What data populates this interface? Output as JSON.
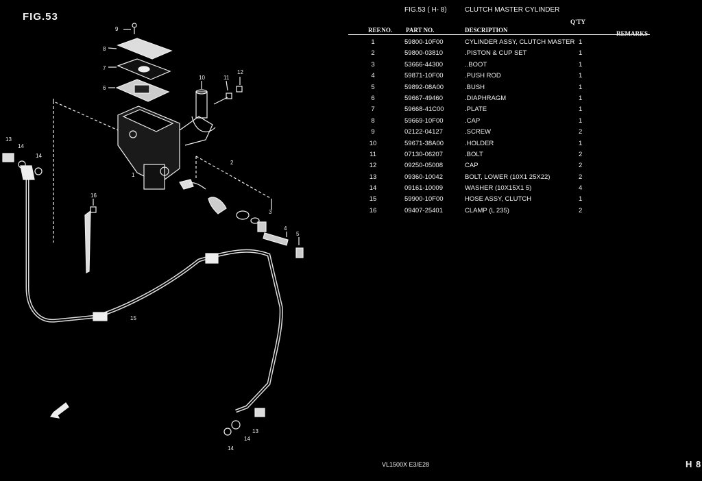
{
  "figure": {
    "label": "FIG.53",
    "header_ref": "FIG.53 ( H- 8)",
    "title": "CLUTCH MASTER CYLINDER",
    "qty_header": "Q'TY"
  },
  "table": {
    "columns": {
      "ref": "REF.NO.",
      "part": "PART NO.",
      "description": "DESCRIPTION",
      "remarks": "REMARKS"
    },
    "rows": [
      {
        "ref": "1",
        "part": "59800-10F00",
        "desc": "CYLINDER ASSY, CLUTCH MASTER",
        "qty": "1"
      },
      {
        "ref": "2",
        "part": "59800-03810",
        "desc": ".PISTON & CUP SET",
        "qty": "1"
      },
      {
        "ref": "3",
        "part": "53666-44300",
        "desc": "..BOOT",
        "qty": "1"
      },
      {
        "ref": "4",
        "part": "59871-10F00",
        "desc": ".PUSH ROD",
        "qty": "1"
      },
      {
        "ref": "5",
        "part": "59892-08A00",
        "desc": ".BUSH",
        "qty": "1"
      },
      {
        "ref": "6",
        "part": "59667-49460",
        "desc": ".DIAPHRAGM",
        "qty": "1"
      },
      {
        "ref": "7",
        "part": "59668-41C00",
        "desc": ".PLATE",
        "qty": "1"
      },
      {
        "ref": "8",
        "part": "59669-10F00",
        "desc": ".CAP",
        "qty": "1"
      },
      {
        "ref": "9",
        "part": "02122-04127",
        "desc": ".SCREW",
        "qty": "2"
      },
      {
        "ref": "10",
        "part": "59671-38A00",
        "desc": ".HOLDER",
        "qty": "1"
      },
      {
        "ref": "11",
        "part": "07130-06207",
        "desc": ".BOLT",
        "qty": "2"
      },
      {
        "ref": "12",
        "part": "09250-05008",
        "desc": "CAP",
        "qty": "2"
      },
      {
        "ref": "13",
        "part": "09360-10042",
        "desc": "BOLT, LOWER (10X1 25X22)",
        "qty": "2"
      },
      {
        "ref": "14",
        "part": "09161-10009",
        "desc": "WASHER (10X15X1 5)",
        "qty": "4"
      },
      {
        "ref": "15",
        "part": "59900-10F00",
        "desc": "HOSE ASSY, CLUTCH",
        "qty": "1"
      },
      {
        "ref": "16",
        "part": "09407-25401",
        "desc": "CLAMP (L 235)",
        "qty": "2"
      }
    ]
  },
  "diagram": {
    "callouts": [
      "9",
      "8",
      "7",
      "6",
      "10",
      "11",
      "12",
      "1",
      "2",
      "3",
      "4",
      "5",
      "13",
      "14",
      "14",
      "16",
      "15",
      "13",
      "14",
      "14"
    ]
  },
  "footer": {
    "model": "VL1500X  E3/E28",
    "page": "H 8"
  }
}
